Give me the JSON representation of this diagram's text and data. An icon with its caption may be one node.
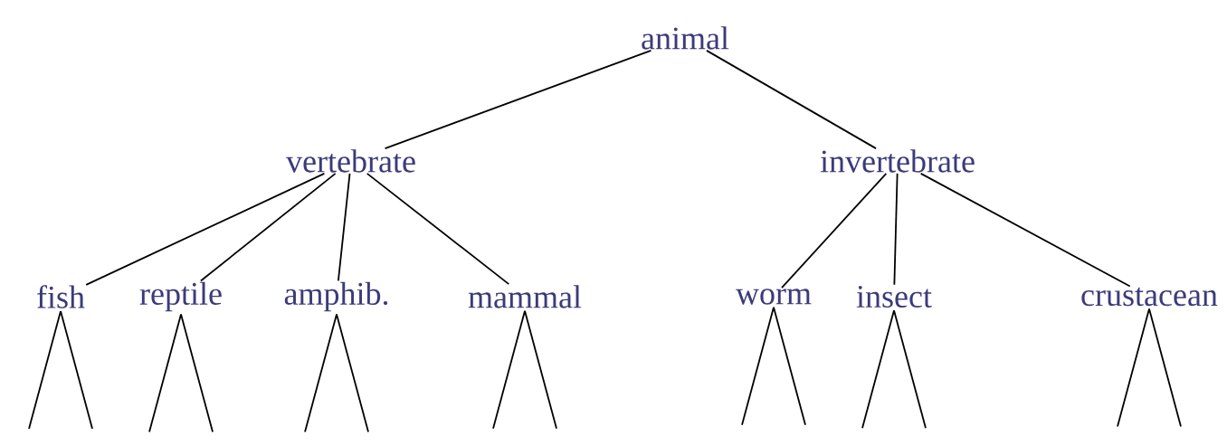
{
  "diagram": {
    "nodes": [
      {
        "text": [
          "animal"
        ]
      },
      {
        "text": [
          "vertebrate"
        ]
      },
      {
        "text": [
          "invertebrate"
        ]
      },
      {
        "text": [
          "fish"
        ]
      },
      {
        "text": [
          "reptile"
        ]
      },
      {
        "text": [
          "amphib."
        ]
      },
      {
        "text": [
          "mammal"
        ]
      },
      {
        "text": [
          "worm"
        ]
      },
      {
        "text": [
          "insect"
        ]
      },
      {
        "text": [
          "crustacean"
        ]
      }
    ],
    "edges": [
      {
        "from": 0,
        "to": 1,
        "arrow": "none"
      },
      {
        "from": 0,
        "to": 2,
        "arrow": "none"
      },
      {
        "from": 1,
        "to": 3,
        "arrow": "none"
      },
      {
        "from": 1,
        "to": 4,
        "arrow": "none"
      },
      {
        "from": 1,
        "to": 5,
        "arrow": "none"
      },
      {
        "from": 1,
        "to": 6,
        "arrow": "none"
      },
      {
        "from": 2,
        "to": 7,
        "arrow": "none"
      },
      {
        "from": 2,
        "to": 8,
        "arrow": "none"
      },
      {
        "from": 2,
        "to": 9,
        "arrow": "none"
      },
      {
        "from": 3,
        "to": null,
        "arrow": "none"
      },
      {
        "from": 3,
        "to": null,
        "arrow": "none"
      },
      {
        "from": 4,
        "to": null,
        "arrow": "none"
      },
      {
        "from": 4,
        "to": null,
        "arrow": "none"
      },
      {
        "from": 5,
        "to": null,
        "arrow": "none"
      },
      {
        "from": 5,
        "to": null,
        "arrow": "none"
      },
      {
        "from": 6,
        "to": null,
        "arrow": "none"
      },
      {
        "from": 6,
        "to": null,
        "arrow": "none"
      },
      {
        "from": 7,
        "to": null,
        "arrow": "none"
      },
      {
        "from": 7,
        "to": null,
        "arrow": "none"
      },
      {
        "from": 8,
        "to": null,
        "arrow": "none"
      },
      {
        "from": 8,
        "to": null,
        "arrow": "none"
      },
      {
        "from": 9,
        "to": null,
        "arrow": "none"
      },
      {
        "from": 9,
        "to": null,
        "arrow": "none"
      }
    ]
  }
}
